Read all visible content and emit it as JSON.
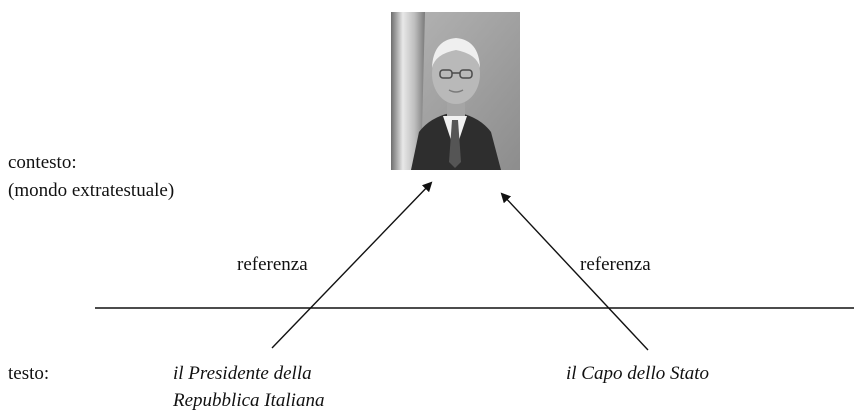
{
  "context": {
    "label_line1": "contesto:",
    "label_line2": "(mondo extratestuale)"
  },
  "reference_left": "referenza",
  "reference_right": "referenza",
  "text_section": {
    "label": "testo:",
    "expression_left_line1": "il Presidente della",
    "expression_left_line2": "Repubblica Italiana",
    "expression_right": "il Capo dello Stato"
  },
  "photo": {
    "subject": "grayscale portrait photograph"
  }
}
